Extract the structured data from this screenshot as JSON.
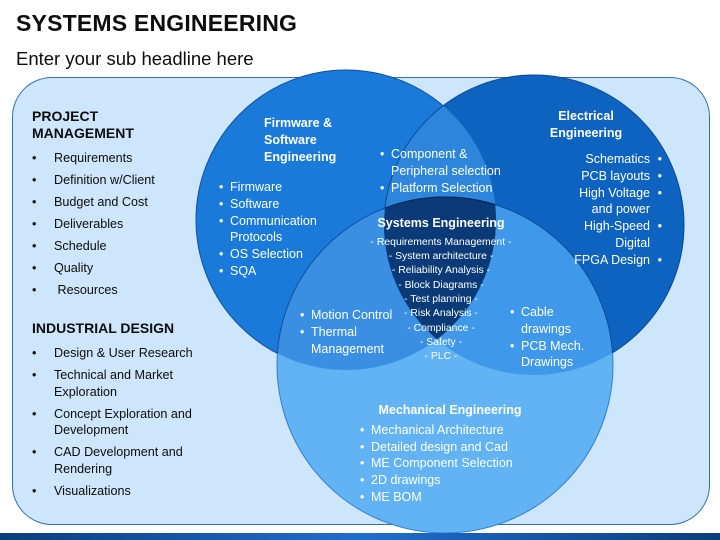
{
  "title": "SYSTEMS ENGINEERING",
  "subtitle": "Enter your sub headline here",
  "colors": {
    "firmware_circle": "#1a7ad9",
    "electrical_circle": "#0e62c0",
    "mechanical_circle": "#61b3f3",
    "panel_background": "#cde6fb",
    "center_region": "#0a3b78"
  },
  "project_management": {
    "heading": "PROJECT MANAGEMENT",
    "items": [
      "Requirements",
      "Definition w/Client",
      "Budget and Cost",
      "Deliverables",
      "Schedule",
      "Quality",
      " Resources"
    ]
  },
  "industrial_design": {
    "heading": "INDUSTRIAL DESIGN",
    "items": [
      "Design & User Research",
      "Technical and Market Exploration",
      "Concept Exploration and Development",
      "CAD Development and Rendering",
      "Visualizations"
    ]
  },
  "firmware": {
    "heading_lines": [
      "Firmware &",
      "Software",
      "Engineering"
    ],
    "items": [
      "Firmware",
      "Software",
      "Communication Protocols",
      "OS Selection",
      "SQA"
    ]
  },
  "electrical": {
    "heading_lines": [
      "Electrical",
      "Engineering"
    ],
    "items": [
      "Schematics",
      "PCB layouts",
      "High Voltage and power",
      "High-Speed Digital",
      "FPGA Design"
    ]
  },
  "firmware_electrical_overlap": {
    "items": [
      "Component & Peripheral selection",
      "Platform Selection"
    ]
  },
  "firmware_mechanical_overlap": {
    "items": [
      "Motion Control",
      "Thermal Management"
    ]
  },
  "electrical_mechanical_overlap": {
    "items": [
      "Cable drawings",
      "PCB Mech. Drawings"
    ]
  },
  "systems": {
    "heading": "Systems Engineering",
    "items": [
      "- Requirements Management -",
      "- System architecture -",
      "- Reliability Analysis -",
      "- Block Diagrams -",
      "- Test planning -",
      "- Risk Analysis -",
      "- Compliance -",
      "- Safety -",
      "- PLC -"
    ]
  },
  "mechanical": {
    "heading": "Mechanical Engineering",
    "items": [
      "Mechanical Architecture",
      "Detailed design and Cad",
      "ME Component Selection",
      "2D drawings",
      "ME BOM"
    ]
  }
}
